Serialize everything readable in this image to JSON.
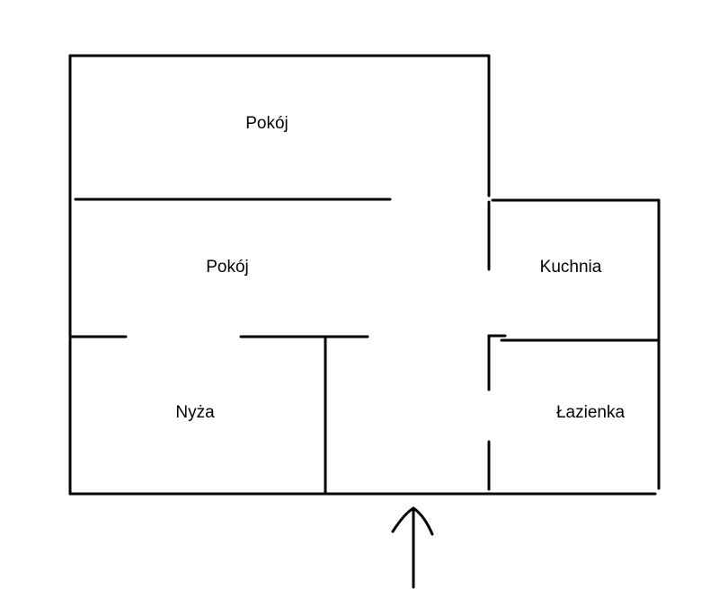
{
  "rooms": {
    "room_top": "Pokój",
    "room_middle": "Pokój",
    "alcove": "Nyża",
    "kitchen": "Kuchnia",
    "bathroom": "Łazienka"
  },
  "colors": {
    "line": "#000000",
    "background": "#ffffff"
  },
  "entrance": {
    "icon": "arrow-up-icon"
  }
}
